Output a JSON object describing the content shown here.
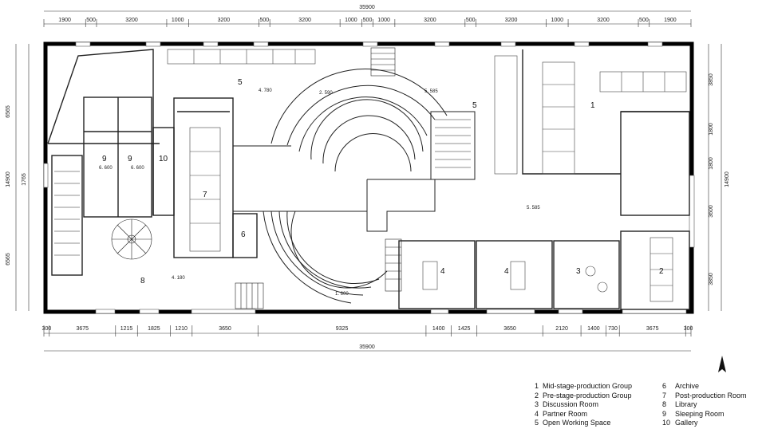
{
  "dimensions": {
    "overall_top": "35900",
    "overall_bottom": "35900",
    "top_segments": [
      "1900",
      "500",
      "3200",
      "1000",
      "3200",
      "500",
      "3200",
      "1000",
      "500",
      "1000",
      "3200",
      "500",
      "3200",
      "1000",
      "3200",
      "500",
      "1900"
    ],
    "bottom_segments": [
      "300",
      "3675",
      "1215",
      "1825",
      "1210",
      "3650",
      "9325",
      "1400",
      "1425",
      "3650",
      "2120",
      "1400",
      "730",
      "3675",
      "300"
    ],
    "left_segments": [
      "6565",
      "1765",
      "6565"
    ],
    "left_overall": "14900",
    "right_segments": [
      "3850",
      "1800",
      "1800",
      "3600",
      "3850"
    ],
    "right_overall": "14900"
  },
  "rooms": {
    "r1": "1",
    "r2": "2",
    "r3": "3",
    "r4a": "4",
    "r4b": "4",
    "r5a": "5",
    "r5b": "5",
    "r6": "6",
    "r7": "7",
    "r8": "8",
    "r9a": "9",
    "r9b": "9",
    "r10": "10"
  },
  "elevations": {
    "e1": "4. 780",
    "e2": "2. 590",
    "e3": "5. 585",
    "e4": "6. 600",
    "e5": "6. 600",
    "e6": "5. 585",
    "e7": "4. 180",
    "e8": "1. 600"
  },
  "legend": {
    "col1": [
      {
        "num": "1",
        "label": "Mid-stage-production Group"
      },
      {
        "num": "2",
        "label": "Pre-stage-production Group"
      },
      {
        "num": "3",
        "label": "Discussion Room"
      },
      {
        "num": "4",
        "label": "Partner Room"
      },
      {
        "num": "5",
        "label": "Open Working Space"
      }
    ],
    "col2": [
      {
        "num": "6",
        "label": "Archive"
      },
      {
        "num": "7",
        "label": "Post-production Room"
      },
      {
        "num": "8",
        "label": "Library"
      },
      {
        "num": "9",
        "label": "Sleeping Room"
      },
      {
        "num": "10",
        "label": "Gallery"
      }
    ]
  },
  "icons": {
    "north": "north-arrow-icon"
  }
}
